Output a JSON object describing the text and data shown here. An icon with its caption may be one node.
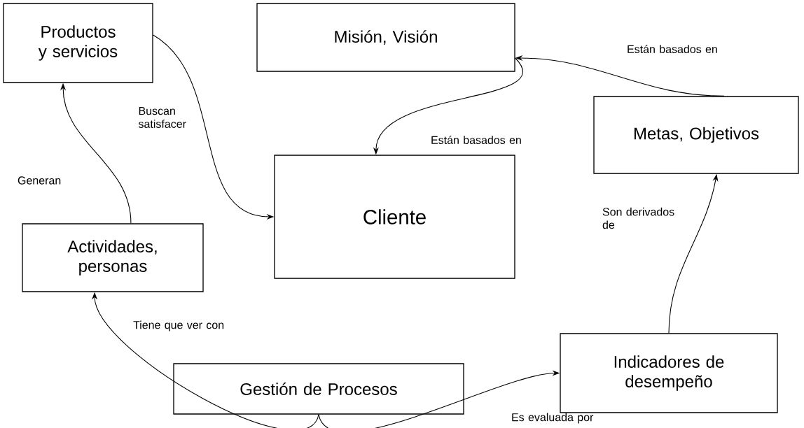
{
  "diagram": {
    "nodes": [
      {
        "text": [
          "Productos y servicios"
        ]
      },
      {
        "text": [
          "Misión, Visión"
        ]
      },
      {
        "text": [
          "Metas, Objetivos"
        ]
      },
      {
        "text": [
          "Cliente"
        ]
      },
      {
        "text": [
          "Actividades, personas"
        ]
      },
      {
        "text": [
          "Indicadores de desempeño"
        ]
      },
      {
        "text": [
          "Gestión de Procesos"
        ]
      }
    ],
    "edges": [
      {
        "from": 0,
        "to": 3,
        "arrow": "to",
        "label": "Buscan satisfacer"
      },
      {
        "from": 1,
        "to": 3,
        "arrow": "to",
        "label": "Están basados en"
      },
      {
        "from": 2,
        "to": 1,
        "arrow": "to",
        "label": "Están basados en"
      },
      {
        "from": 4,
        "to": 0,
        "arrow": "to",
        "label": "Generan"
      },
      {
        "from": 5,
        "to": 2,
        "arrow": "to",
        "label": "Son derivados de"
      },
      {
        "from": 6,
        "to": 4,
        "arrow": "to",
        "label": "Tiene que ver con"
      },
      {
        "from": 6,
        "to": 5,
        "arrow": "to",
        "label": "Es evaluada por"
      }
    ]
  }
}
